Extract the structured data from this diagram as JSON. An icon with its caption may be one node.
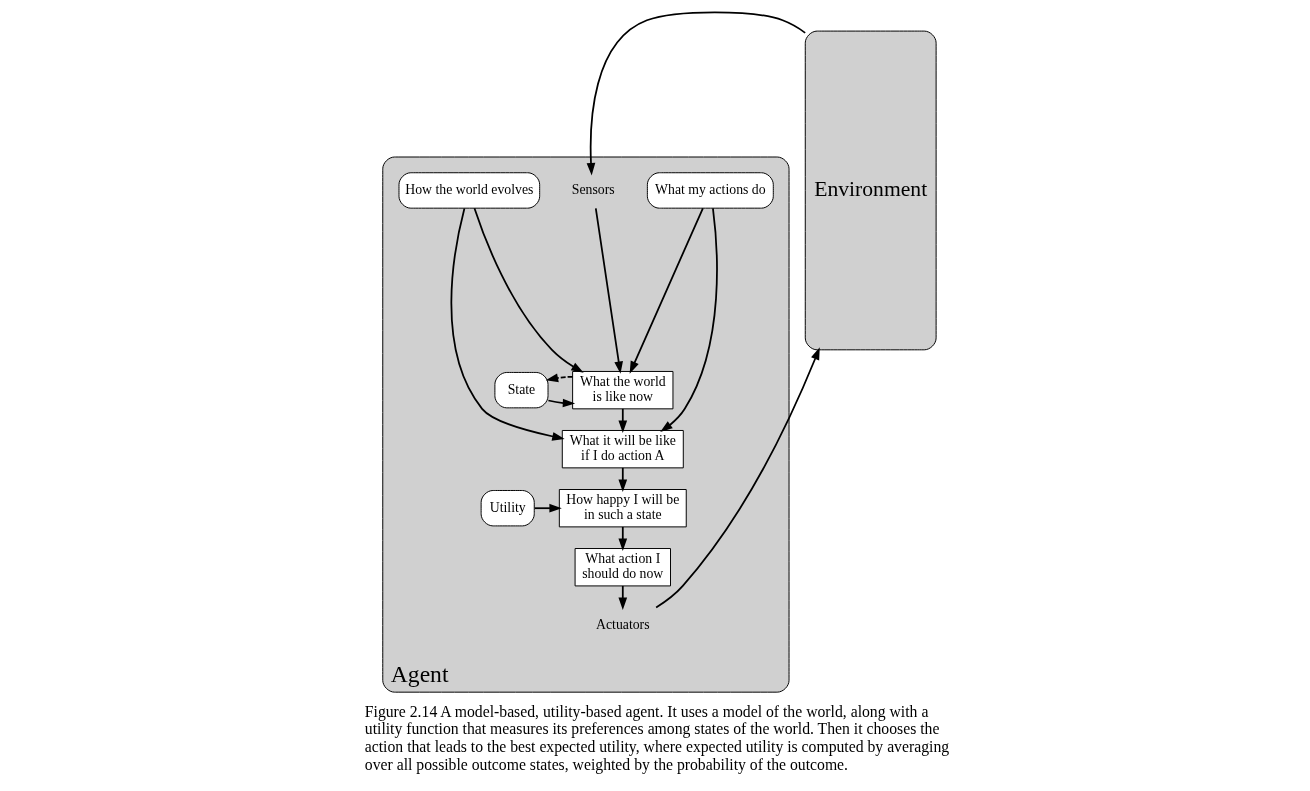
{
  "diagram": {
    "caption": "Figure 2.14 A model-based, utility-based agent. It uses a model of the world, along with a utility function that measures its preferences among states of the world. Then it chooses the action that leads to the best expected utility, where expected utility is computed by averaging over all possible outcome states, weighted by the probability of the outcome.",
    "nodes": [
      {
        "text": [
          "Agent"
        ]
      },
      {
        "text": [
          "Environment"
        ]
      },
      {
        "text": [
          "Sensors"
        ],
        "in": 0
      },
      {
        "text": [
          "State"
        ],
        "in": 0
      },
      {
        "text": [
          "How the world evolves"
        ],
        "in": 0
      },
      {
        "text": [
          "What my actions do"
        ],
        "in": 0
      },
      {
        "text": [
          "Utility"
        ],
        "in": 0
      },
      {
        "text": [
          "What the world is like now"
        ],
        "in": 0
      },
      {
        "text": [
          "What it will be like if I do action A"
        ],
        "in": 0
      },
      {
        "text": [
          "How happy I will be in such a state"
        ],
        "in": 0
      },
      {
        "text": [
          "What action I should do now"
        ],
        "in": 0
      },
      {
        "text": [
          "Actuators"
        ],
        "in": 0
      }
    ],
    "edges": [
      {
        "from": 1,
        "to": 2,
        "arrow": "to"
      },
      {
        "from": 2,
        "to": 7,
        "arrow": "to"
      },
      {
        "from": 3,
        "to": 7,
        "arrow": "to"
      },
      {
        "from": 4,
        "to": 7,
        "arrow": "to"
      },
      {
        "from": 4,
        "to": 8,
        "arrow": "to"
      },
      {
        "from": 5,
        "to": 7,
        "arrow": "to"
      },
      {
        "from": 5,
        "to": 8,
        "arrow": "to"
      },
      {
        "from": 7,
        "to": 8,
        "arrow": "to"
      },
      {
        "from": 8,
        "to": 9,
        "arrow": "to"
      },
      {
        "from": 6,
        "to": 9,
        "arrow": "to"
      },
      {
        "from": 9,
        "to": 10,
        "arrow": "to"
      },
      {
        "from": 10,
        "to": 11,
        "arrow": "to"
      },
      {
        "from": 11,
        "to": 1,
        "arrow": "to"
      },
      {
        "from": 7,
        "to": 3,
        "arrow": "to",
        "style": "dashed"
      }
    ]
  }
}
